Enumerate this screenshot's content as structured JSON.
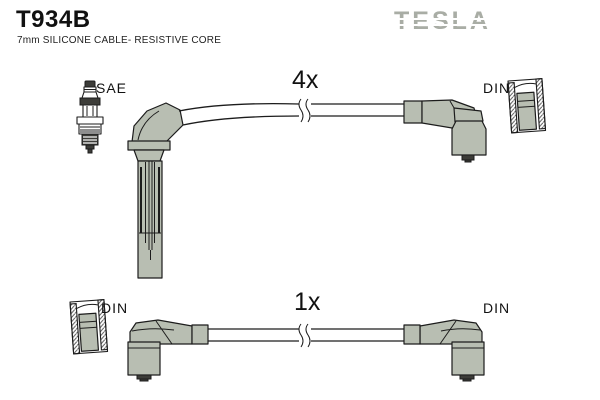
{
  "header": {
    "part_number": "T934B",
    "subtitle": "7mm SILICONE CABLE- RESISTIVE CORE",
    "brand_logo": "TESLA"
  },
  "diagram": {
    "top_assembly": {
      "quantity_label": "4x",
      "plug_end_standard": "SAE",
      "coil_end_standard": "DIN"
    },
    "bottom_assembly": {
      "quantity_label": "1x",
      "left_end_standard": "DIN",
      "right_end_standard": "DIN"
    }
  },
  "colors": {
    "boot_fill": "#b8beb2",
    "outline": "#1c1c1c",
    "tip_dark": "#3c3c38",
    "logo_gray": "#a9ada5",
    "text": "#111111",
    "background": "#ffffff"
  }
}
